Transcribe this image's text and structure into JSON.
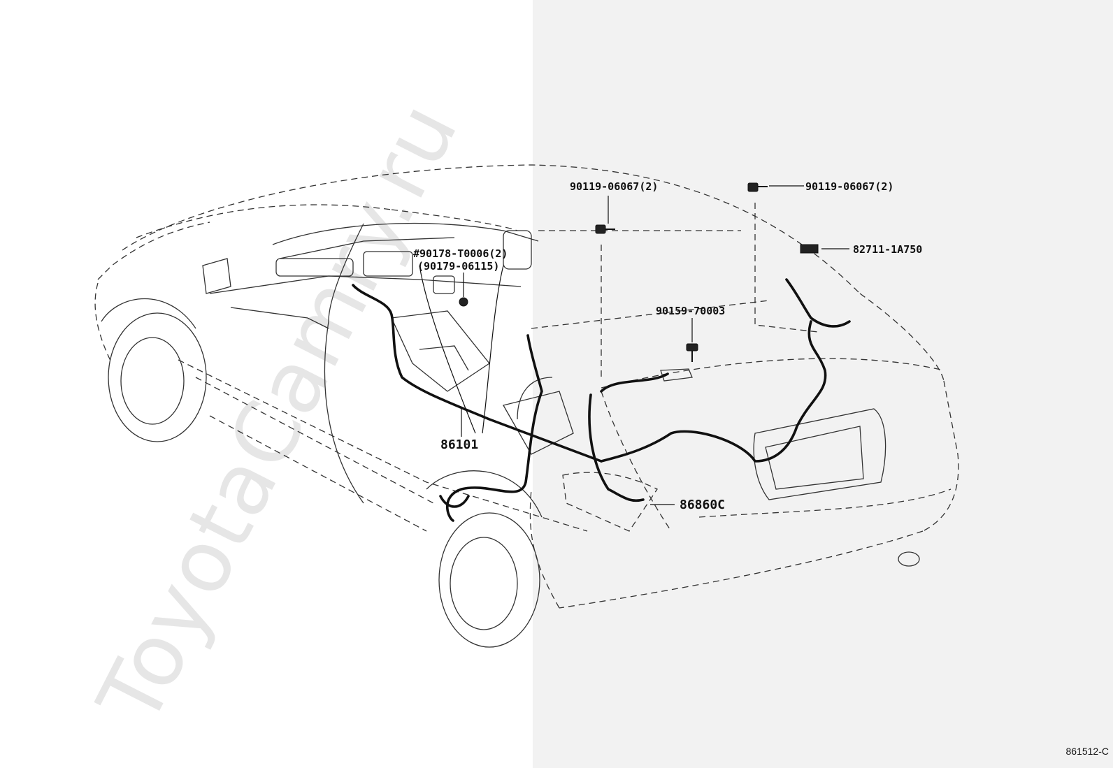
{
  "watermark": "ToyotaCamry.ru",
  "diagram_code": "861512-C",
  "parts": [
    {
      "id": "p1",
      "label": "90119-06067(2)"
    },
    {
      "id": "p2",
      "label": "90119-06067(2)"
    },
    {
      "id": "p3",
      "label": "82711-1A750"
    },
    {
      "id": "p4",
      "label": "#90178-T0006(2)"
    },
    {
      "id": "p5",
      "label": "(90179-06115)"
    },
    {
      "id": "p6",
      "label": "90159-70003"
    },
    {
      "id": "p7",
      "label": "86101"
    },
    {
      "id": "p8",
      "label": "86860C"
    }
  ],
  "colors": {
    "line": "#111111",
    "shade": "#f2f2f2",
    "watermark": "#e6e6e6"
  }
}
